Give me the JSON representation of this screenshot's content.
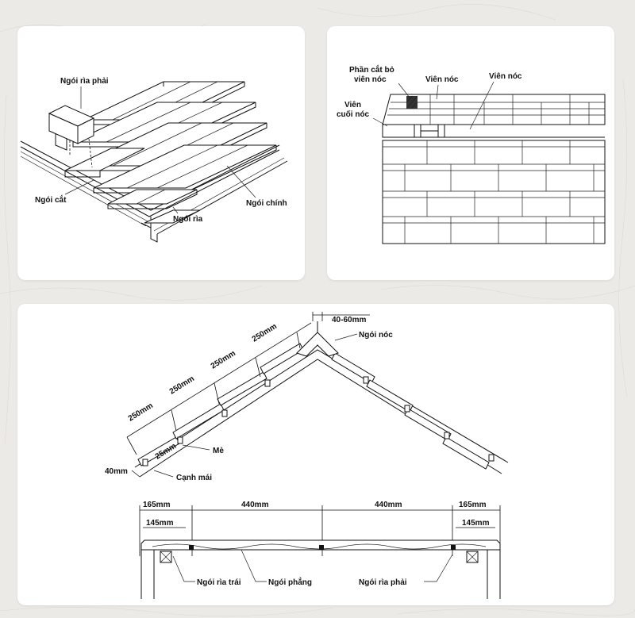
{
  "panel_edge": {
    "labels": {
      "right_edge_tile": "Ngói rìa phải",
      "cut_tile": "Ngói cắt",
      "edge_tile": "Ngói rìa",
      "main_tile": "Ngói chính"
    }
  },
  "panel_ridge": {
    "labels": {
      "cut_part_line1": "Phần cắt bỏ",
      "cut_part_line2": "viên nóc",
      "ridge_tile_1": "Viên nóc",
      "ridge_tile_2": "Viên nóc",
      "end_ridge_line1": "Viên",
      "end_ridge_line2": "cuối nóc"
    }
  },
  "panel_section": {
    "dimensions": {
      "ridge_gap": "40-60mm",
      "spacing_1": "250mm",
      "spacing_2": "250mm",
      "spacing_3": "250mm",
      "spacing_4": "250mm",
      "first_batten": "25mm",
      "eave_overhang": "40mm",
      "edge_left": "165mm",
      "edge_inner_left": "145mm",
      "tile_width_1": "440mm",
      "tile_width_2": "440mm",
      "edge_right": "165mm",
      "edge_inner_right": "145mm"
    },
    "labels": {
      "ridge_tile": "Ngói nóc",
      "batten": "Mè",
      "eave": "Cạnh mái",
      "left_edge_tile": "Ngói rìa trái",
      "flat_tile": "Ngói phẳng",
      "right_edge_tile": "Ngói rìa phải"
    }
  }
}
